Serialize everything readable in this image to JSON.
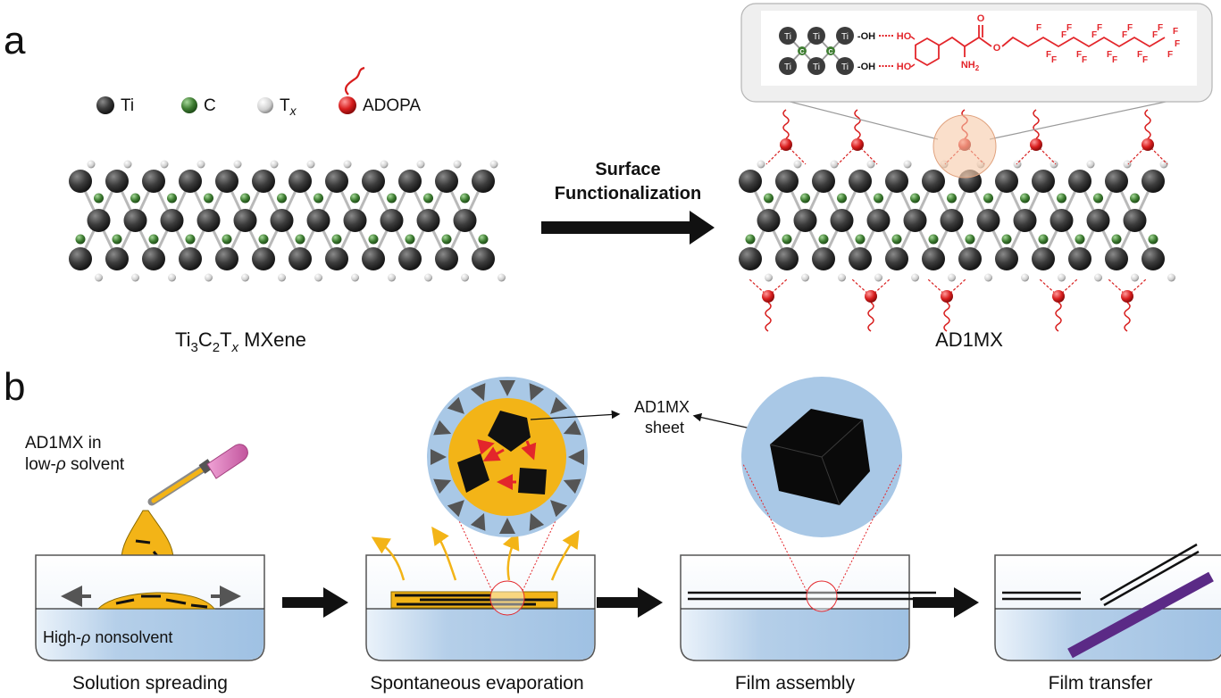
{
  "panel_a": {
    "label": "a",
    "legend": {
      "ti": "Ti",
      "c": "C",
      "tx_main": "T",
      "tx_sub": "x",
      "adopa": "ADOPA"
    },
    "arrow_label_line1": "Surface",
    "arrow_label_line2": "Functionalization",
    "left_caption": {
      "p1": "Ti",
      "s1": "3",
      "p2": "C",
      "s2": "2",
      "p3": "T",
      "s3": "x",
      "p4": " MXene"
    },
    "right_caption": "AD1MX",
    "molecule": {
      "ti": "Ti",
      "c": "C",
      "oh": "-OH",
      "ho": "HO",
      "o_carbonyl": "O",
      "o_ester": "O",
      "nh2_main": "NH",
      "nh2_sub": "2",
      "f": "F"
    }
  },
  "panel_b": {
    "label": "b",
    "dropper_label_line1": "AD1MX in",
    "dropper_label_line2_main": "low-",
    "dropper_label_line2_rho": "ρ",
    "dropper_label_line2_rest": " solvent",
    "nonsolvent_main": "High-",
    "nonsolvent_rho": "ρ",
    "nonsolvent_rest": " nonsolvent",
    "sheet_label_line1": "AD1MX",
    "sheet_label_line2": "sheet",
    "steps": [
      "Solution spreading",
      "Spontaneous evaporation",
      "Film assembly",
      "Film transfer"
    ]
  },
  "colors": {
    "ti_atom": "#3a3a3a",
    "c_atom": "#3f7d32",
    "tx_atom": "#d8d8d8",
    "adopa": "#d81e1e",
    "fluoro_chain": "#e3262b",
    "solvent": "#f3b417",
    "nonsolvent": "#a9c8e6",
    "zoom_bg": "#a9c8e6",
    "transfer_substrate": "#5b2a86"
  }
}
